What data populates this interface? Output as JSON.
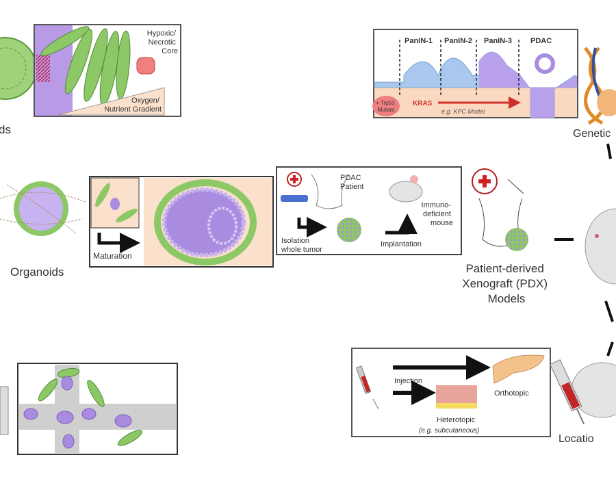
{
  "spheroids": {
    "label": "ds",
    "core_label": "Hypoxic/\nNecrotic\nCore",
    "core_lines": [
      "Hypoxic/",
      "Necrotic",
      "Core"
    ],
    "gradient_lines": [
      "Oxygen/",
      "Nutrient Gradient"
    ]
  },
  "organoids": {
    "label": "Organoids",
    "maturation_label": "Maturation"
  },
  "genetic": {
    "stages": [
      "PanIN-1",
      "PanIN-2",
      "PanIN-3",
      "PDAC"
    ],
    "mutant_lines": [
      "+ Trp53",
      "Mutant"
    ],
    "kras_label": "KRAS",
    "model_label": "e.g. KPC Model",
    "title": "Genetic"
  },
  "pdx": {
    "patient_lines": [
      "PDAC",
      "Patient"
    ],
    "mouse_lines": [
      "Immuno-",
      "deficient",
      "mouse"
    ],
    "isolation_lines": [
      "Isolation",
      "whole tumor"
    ],
    "implantation_label": "Implantation",
    "title_lines": [
      "Patient-derived",
      "Xenograft (PDX)",
      "Models"
    ]
  },
  "location": {
    "injection_label": "Injection",
    "orthotopic_label": "Orthotopic",
    "heterotopic_label": "Heterotopic",
    "heterotopic_example": "(e.g. subcutaneous)",
    "title": "Locatio"
  },
  "colors": {
    "cell_green": "#8cc866",
    "tumor_purple": "#a98be0",
    "stroma_peach": "#fbe0cc",
    "kras_red": "#d0302a",
    "panin_blue": "#a9c8ee"
  }
}
